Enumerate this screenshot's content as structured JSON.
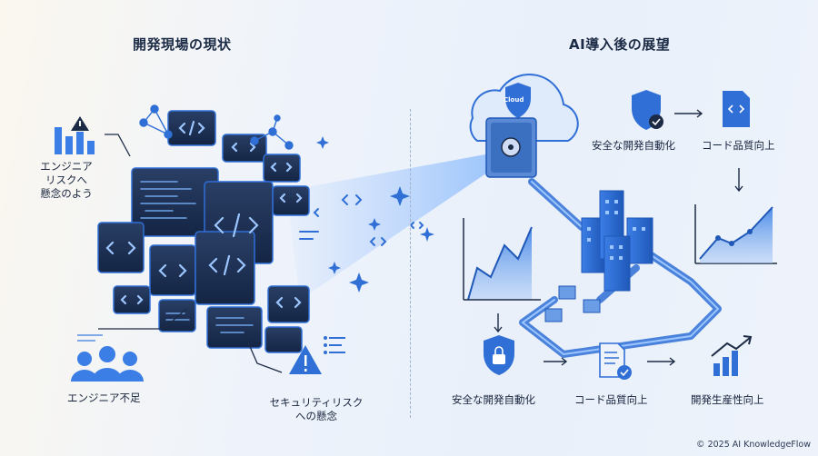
{
  "left": {
    "title": "開発現場の現状",
    "concern_label_lines": [
      "エンジニア",
      "リスクへ",
      "懸念のよう"
    ],
    "shortage_label": "エンジニア不足",
    "security_label_lines": [
      "セキュリティリスク",
      "への懸念"
    ]
  },
  "right": {
    "title": "AI導入後の展望",
    "top_flow": [
      "安全な開発自動化",
      "コード品質向上"
    ],
    "bottom_flow": [
      "安全な開発自動化",
      "コード品質向上",
      "開発生産性向上"
    ],
    "cloud_label": "Cloud"
  },
  "footer": {
    "copyright": "© 2025 AI KnowledgeFlow"
  },
  "colors": {
    "primary": "#2f6fd6",
    "dark": "#1c2b45",
    "light": "#cfe0f7"
  }
}
